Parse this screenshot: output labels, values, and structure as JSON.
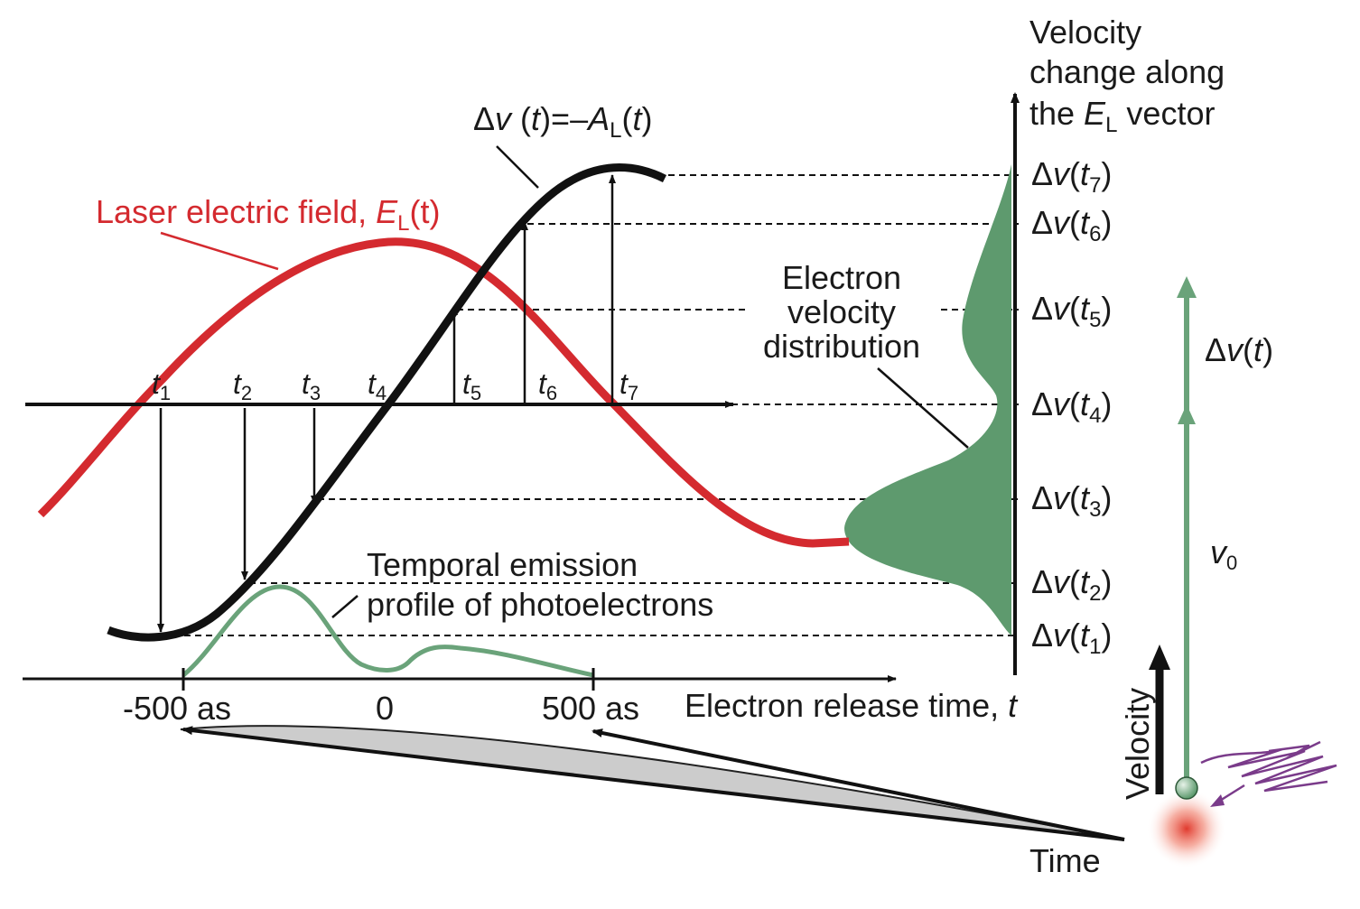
{
  "colors": {
    "laser": "#d42a2f",
    "vector_potential": "#111111",
    "electron": "#5e9a6e",
    "profile": "#6aa37a",
    "pulse": "#7a3b8a",
    "atom": "#e03a2e",
    "funnel": "#cccccc"
  },
  "labels": {
    "laser": {
      "text": "Laser electric field, ",
      "sym": "E",
      "sub": "L",
      "tail": "(t)"
    },
    "dv_eq": {
      "delta": "Δ",
      "v": "v",
      "t_open": " (",
      "t": "t",
      "mid": ")=–",
      "A": "A",
      "sub": "L",
      "paren_open": "(",
      "t2": "t",
      "paren_close": ")"
    },
    "velocity_axis": {
      "line1": "Velocity",
      "line2": "change  along",
      "line3_pre": "the ",
      "line3_sym": "E",
      "line3_sub": "L",
      "line3_post": " vector"
    },
    "distribution": {
      "line1": "Electron",
      "line2": "velocity",
      "line3": "distribution"
    },
    "profile": {
      "line1": "Temporal  emission",
      "line2": "profile of  photoelectrons"
    },
    "release": {
      "text": "Electron  release time, ",
      "sym": "t"
    },
    "ticks": {
      "minus": "-500 as",
      "zero": "0",
      "plus": "500 as"
    },
    "dv_t": {
      "delta": "Δ",
      "v": "v",
      "t": "t"
    },
    "v0": {
      "v": "v",
      "sub": "0"
    },
    "velocity_small": "Velocity",
    "time": "Time"
  },
  "times": [
    {
      "t": "t",
      "sub": "1"
    },
    {
      "t": "t",
      "sub": "2"
    },
    {
      "t": "t",
      "sub": "3"
    },
    {
      "t": "t",
      "sub": "4"
    },
    {
      "t": "t",
      "sub": "5"
    },
    {
      "t": "t",
      "sub": "6"
    },
    {
      "t": "t",
      "sub": "7"
    }
  ],
  "dv_labels": [
    {
      "delta": "Δ",
      "v": "v",
      "open": "(",
      "t": "t",
      "sub": "7",
      "close": ")"
    },
    {
      "delta": "Δ",
      "v": "v",
      "open": "(",
      "t": "t",
      "sub": "6",
      "close": ")"
    },
    {
      "delta": "Δ",
      "v": "v",
      "open": "(",
      "t": "t",
      "sub": "5",
      "close": ")"
    },
    {
      "delta": "Δ",
      "v": "v",
      "open": "(",
      "t": "t",
      "sub": "4",
      "close": ")"
    },
    {
      "delta": "Δ",
      "v": "v",
      "open": "(",
      "t": "t",
      "sub": "3",
      "close": ")"
    },
    {
      "delta": "Δ",
      "v": "v",
      "open": "(",
      "t": "t",
      "sub": "2",
      "close": ")"
    },
    {
      "delta": "Δ",
      "v": "v",
      "open": "(",
      "t": "t",
      "sub": "1",
      "close": ")"
    }
  ]
}
